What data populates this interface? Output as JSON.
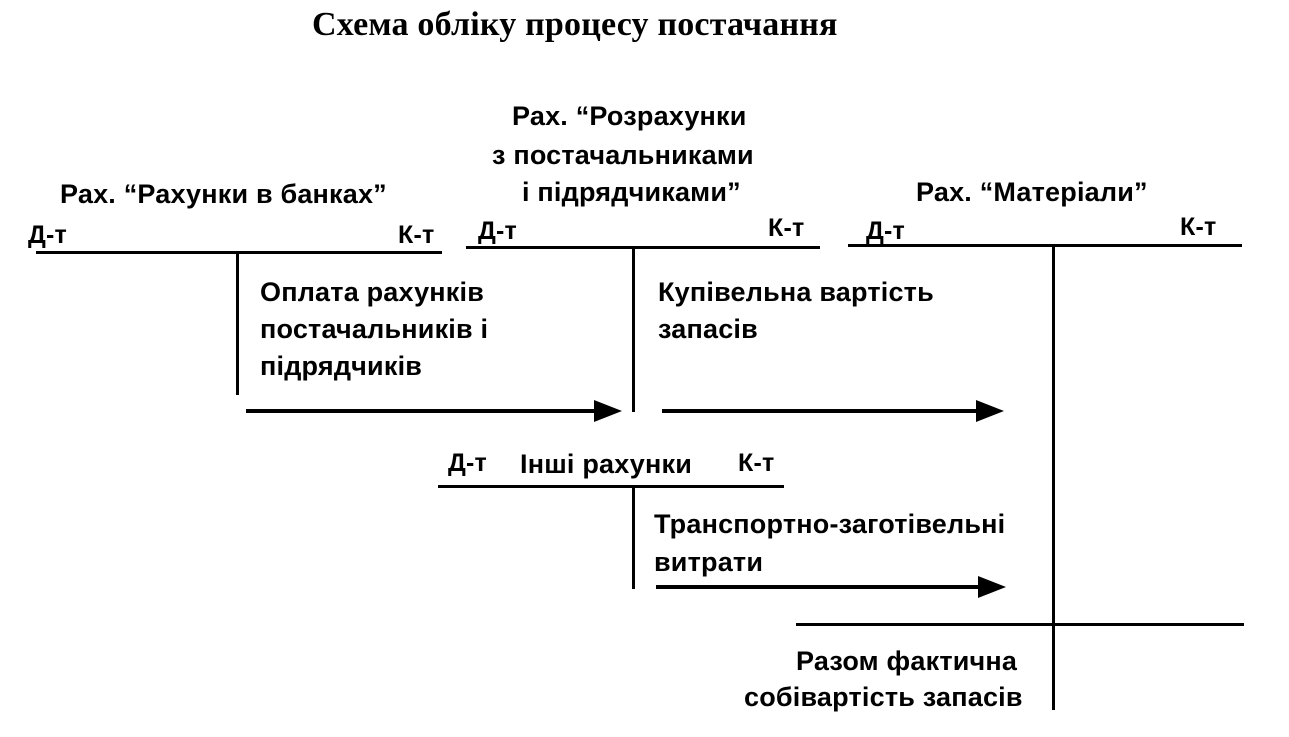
{
  "title": "Схема обліку процесу постачання",
  "accounts": {
    "banks": {
      "name": "Рах. “Рахунки в банках”",
      "debit": "Д-т",
      "credit": "К-т",
      "entry": [
        "Оплата рахунків",
        "постачальників і",
        "підрядчиків"
      ]
    },
    "suppliers": {
      "name": [
        "Рах. “Розрахунки",
        "з постачальниками",
        "і підрядчиками”"
      ],
      "debit": "Д-т",
      "credit": "К-т",
      "entry": [
        "Купівельна вартість",
        "запасів"
      ]
    },
    "materials": {
      "name": "Рах. “Матеріали”",
      "debit": "Д-т",
      "credit": "К-т",
      "total": [
        "Разом фактична",
        "собівартість запасів"
      ]
    },
    "other": {
      "debit": "Д-т",
      "name": "Інші рахунки",
      "credit": "К-т",
      "entry": [
        "Транспортно-заготівельні",
        "витрати"
      ]
    }
  },
  "colors": {
    "ink": "#000000",
    "background": "#ffffff"
  }
}
